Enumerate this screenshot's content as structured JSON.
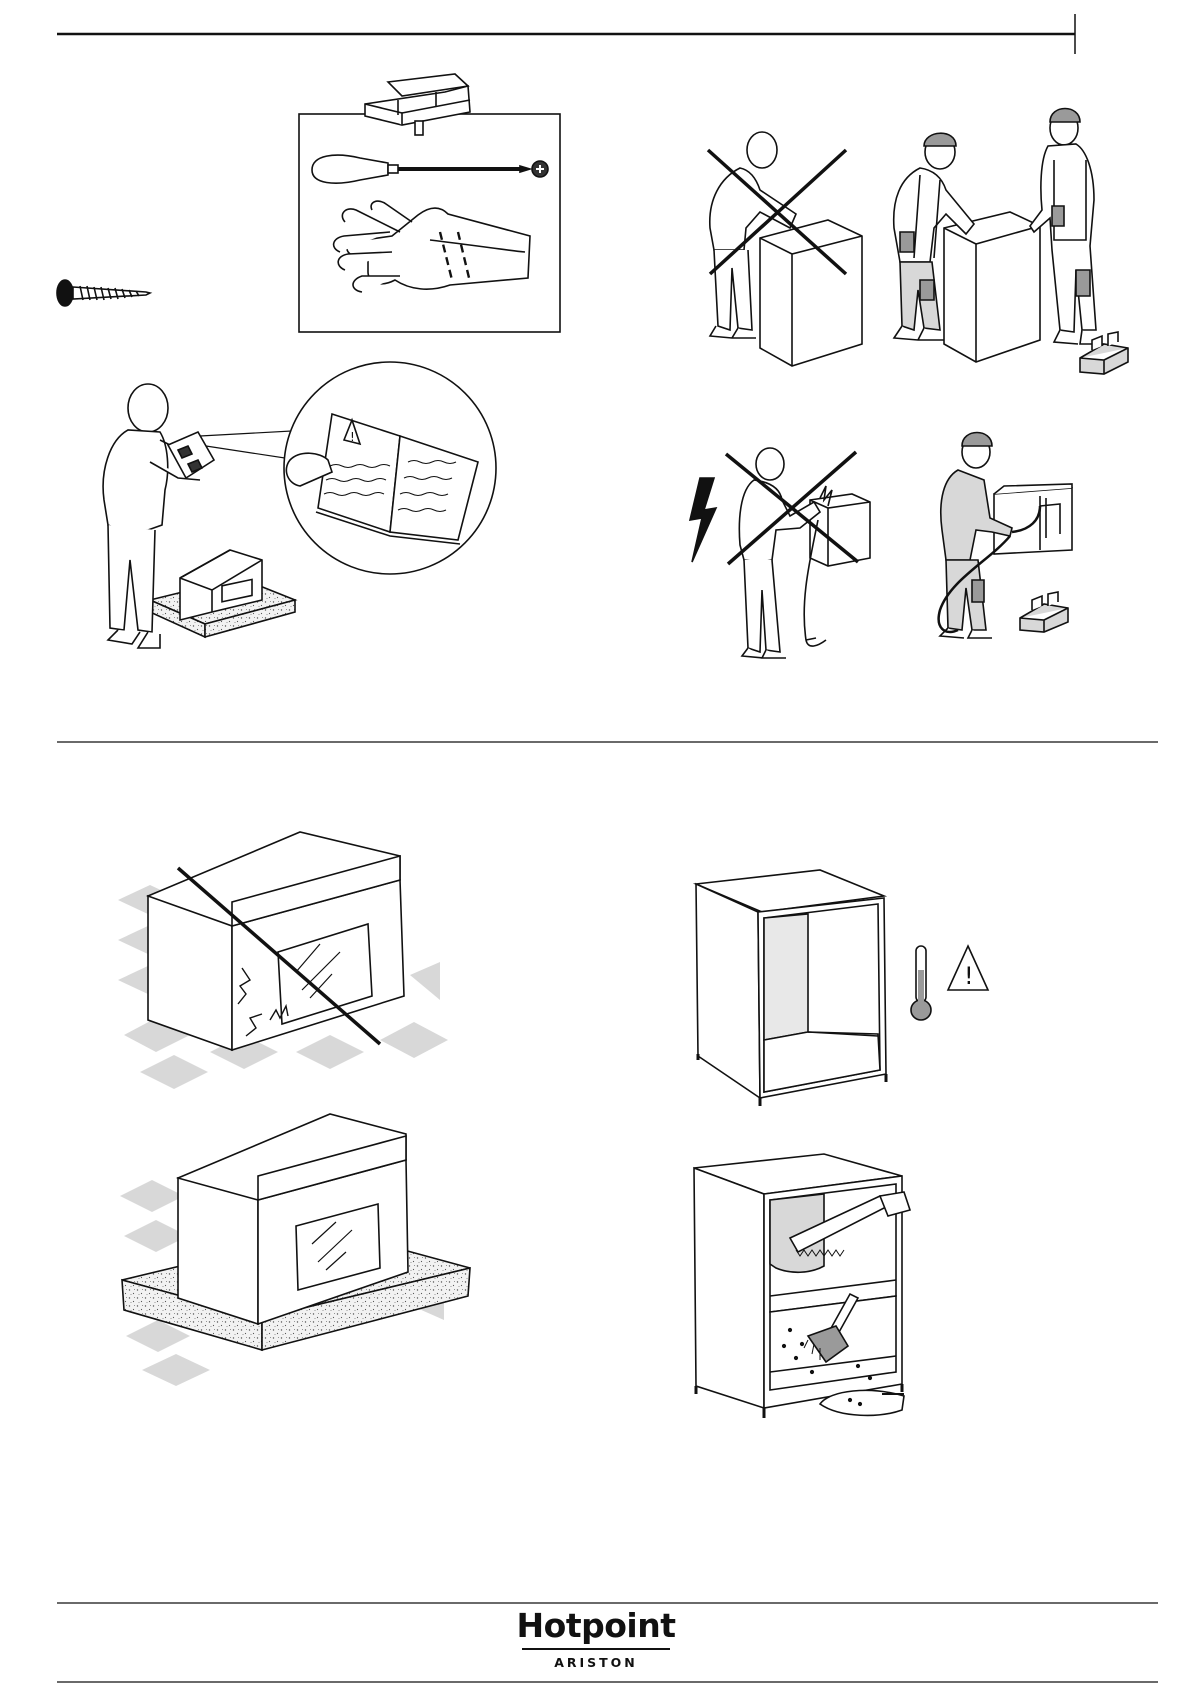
{
  "brand": {
    "name": "Hotpoint",
    "sub": "ARISTON"
  },
  "colors": {
    "ink": "#111111",
    "shade": "#d8d8d8",
    "mid": "#9a9a9a"
  },
  "illustrations": [
    {
      "name": "tools-panel",
      "icon": "toolbox-icon"
    },
    {
      "name": "screw",
      "icon": "screw-icon"
    },
    {
      "name": "read-manual",
      "icon": "manual-icon"
    },
    {
      "name": "lift-alone-forbidden",
      "icon": "cross-icon"
    },
    {
      "name": "lift-two-people",
      "icon": "workers-icon"
    },
    {
      "name": "electrical-danger-forbidden",
      "icon": "lightning-icon"
    },
    {
      "name": "qualified-electrician",
      "icon": "electrician-icon"
    },
    {
      "name": "oven-on-floor-forbidden",
      "icon": "damaged-oven-icon"
    },
    {
      "name": "oven-on-foam-base",
      "icon": "oven-icon"
    },
    {
      "name": "cabinet-heat-resistant",
      "icon": "thermometer-warning-icon"
    },
    {
      "name": "cabinet-cut-and-clean",
      "icon": "saw-brush-icon"
    }
  ]
}
